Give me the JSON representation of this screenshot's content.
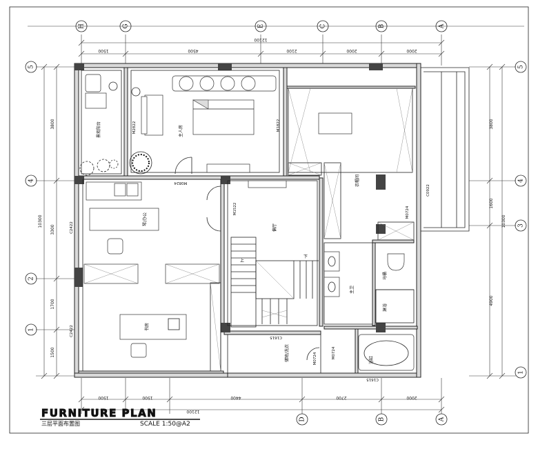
{
  "title_block": {
    "title": "FURNITURE PLAN",
    "subtitle": "三层平面布置图",
    "scale": "SCALE 1:50@A2"
  },
  "axes": {
    "top_letters": [
      "H",
      "G",
      "E",
      "C",
      "B",
      "A"
    ],
    "bottom_letters": [
      "D",
      "B",
      "A"
    ],
    "left_numbers": [
      "5",
      "4",
      "2",
      "1"
    ],
    "right_numbers": [
      "5",
      "4",
      "3",
      "1"
    ]
  },
  "dimensions": {
    "top_total": "12100",
    "top_segments": [
      "1500",
      "4500",
      "2100",
      "2000",
      "2000"
    ],
    "bottom_total": "12100",
    "bottom_segments": [
      "1500",
      "1500",
      "4400",
      "2700",
      "2000"
    ],
    "left_total": "10300",
    "left_segments": [
      "3800",
      "3300",
      "1700",
      "1500"
    ],
    "right_total": "10300",
    "right_segments": [
      "3800",
      "1600",
      "4900"
    ]
  },
  "rooms": {
    "master_bedroom": "主人房",
    "balcony": "景观阳台",
    "study": "琴/办公",
    "library": "书房",
    "living": "偏厅",
    "closet": "衣帽间",
    "master_bath": "主卫",
    "toilet": "马桶",
    "shower": "淋浴",
    "bathtub": "浴缸",
    "laundry": "储物/洗衣",
    "stair_up": "上",
    "stair_down": "下"
  },
  "door_tags": {
    "m2822": "M2822",
    "m1822": "M1822",
    "m0824": "M0824",
    "m1522": "M1522",
    "c0922": "C0922",
    "m0724a": "M0724",
    "m0724b": "M0724",
    "c1615a": "C1615",
    "c1615b": "C1615",
    "c2422a": "C2422",
    "c2422b": "C2422"
  }
}
